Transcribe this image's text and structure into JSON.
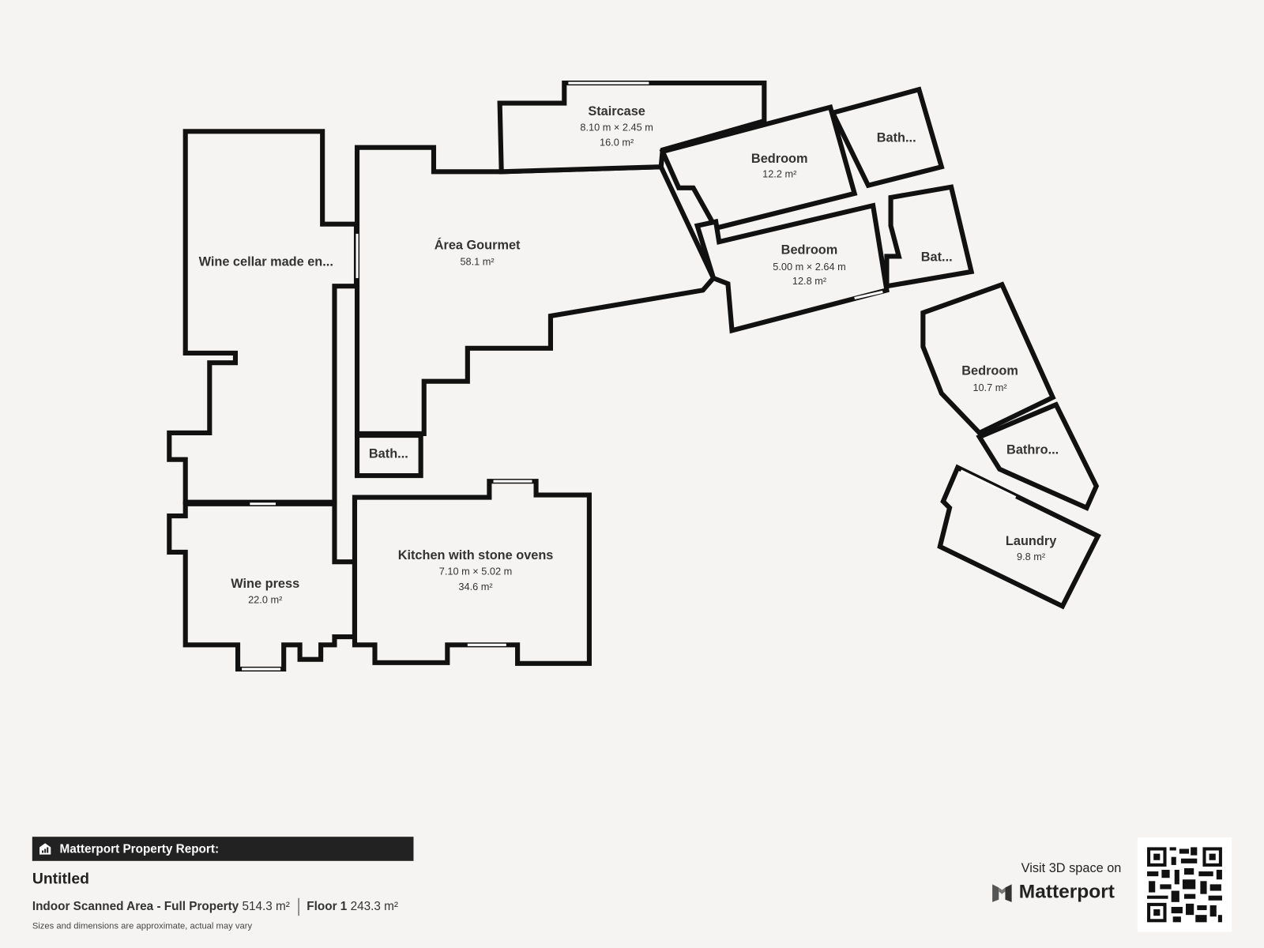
{
  "rooms": [
    {
      "name": "Staircase",
      "dims": "8.10 m × 2.45 m",
      "area": "16.0 m²"
    },
    {
      "name": "Bedroom",
      "area": "12.2 m²"
    },
    {
      "name": "Bath..."
    },
    {
      "name": "Wine cellar made en..."
    },
    {
      "name": "Área Gourmet",
      "area": "58.1 m²"
    },
    {
      "name": "Bedroom",
      "dims": "5.00 m × 2.64 m",
      "area": "12.8 m²"
    },
    {
      "name": "Bat..."
    },
    {
      "name": "Bedroom",
      "area": "10.7 m²"
    },
    {
      "name": "Bath..."
    },
    {
      "name": "Bathro..."
    },
    {
      "name": "Kitchen with stone ovens",
      "dims": "7.10 m × 5.02 m",
      "area": "34.6 m²"
    },
    {
      "name": "Wine press",
      "area": "22.0 m²"
    },
    {
      "name": "Laundry",
      "area": "9.8 m²"
    }
  ],
  "footer": {
    "report_label": "Matterport Property Report:",
    "report_icon": "building-chart-icon",
    "title": "Untitled",
    "indoor_label": "Indoor Scanned Area - Full Property",
    "indoor_value": "514.3 m²",
    "floor_label": "Floor 1",
    "floor_value": "243.3 m²",
    "note": "Sizes and dimensions are approximate, actual may vary",
    "visit_text": "Visit 3D space on",
    "brand": "Matterport"
  },
  "colors": {
    "background": "#f5f4f2",
    "wall": "#111111",
    "bar": "#222222"
  }
}
